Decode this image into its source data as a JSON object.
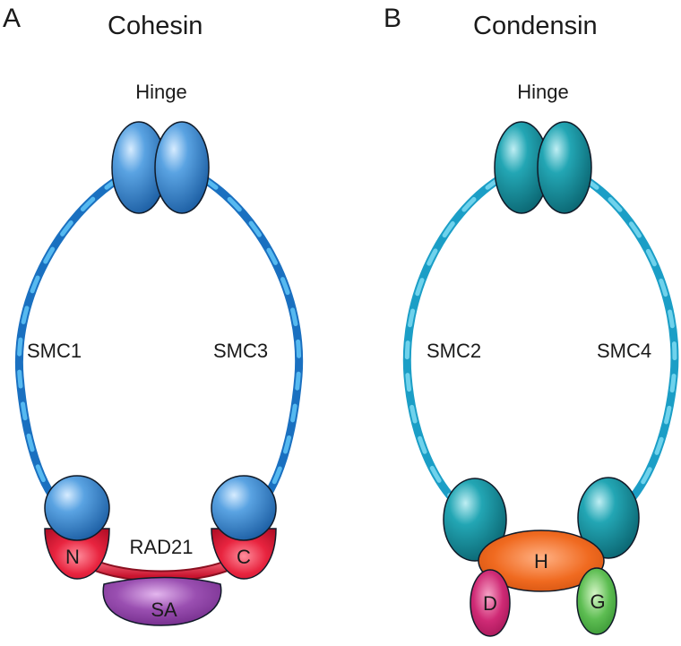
{
  "panels": [
    {
      "letter": "A",
      "title": "Cohesin",
      "hinge_label": "Hinge",
      "left_arm_label": "SMC1",
      "right_arm_label": "SMC3",
      "kleisin_label": "RAD21",
      "n_label": "N",
      "c_label": "C",
      "sa_label": "SA"
    },
    {
      "letter": "B",
      "title": "Condensin",
      "hinge_label": "Hinge",
      "left_arm_label": "SMC2",
      "right_arm_label": "SMC4",
      "h_label": "H",
      "d_label": "D",
      "g_label": "G"
    }
  ],
  "colors": {
    "cohesin_blue": "#2f7fc8",
    "cohesin_arm": "#1f8ad8",
    "condensin_teal": "#13909f",
    "condensin_arm": "#25a9d0",
    "kleisin_red": "#e0243d",
    "sa_purple": "#8e3fa3",
    "h_orange": "#ee6a1f",
    "d_magenta": "#c8246e",
    "g_green": "#4fb548"
  }
}
